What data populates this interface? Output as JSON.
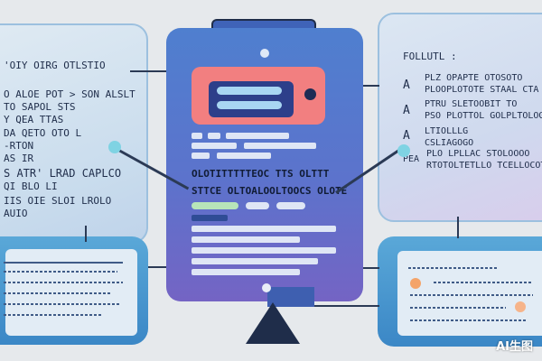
{
  "left_top_card": {
    "lines": [
      "'OIY OIRG OTLSTIO",
      "O ALOE POT > SON ALSLT",
      "TO SAPOL STS",
      "Y QEA TTAS",
      "DA QETO OTO L",
      "-RTON",
      "AS IR",
      "S ATR' LRAD CAPLCO",
      "QI BLO LI",
      "IIS OIE SLOI LROLO",
      "AUIO"
    ]
  },
  "right_top_card": {
    "title": "FOLLUTL :",
    "items": [
      {
        "glyph": "A",
        "lines": [
          "PLZ OPAPTE OTOSOTO",
          "PLOOPLOTOTE STAAL CTA"
        ]
      },
      {
        "glyph": "A",
        "lines": [
          "PTRU SLETOOBIT TO",
          "PSO PLOTTOL GOLPLTOLOGO"
        ]
      },
      {
        "glyph": "A",
        "lines": [
          "LTIOLLLG",
          "CSLIAGOGO"
        ]
      },
      {
        "glyph": "PEA",
        "lines": [
          "PLO LPLLAC STOLOOOO",
          "RTOTOLTETLLO TCELLOCOTOO"
        ]
      }
    ]
  },
  "tablet": {
    "headline_1": "OLOTITTTTTEOC TTS OLTTT",
    "headline_2": "STTCE OLTOALOOLTOOCS OLOTE"
  },
  "watermark": "AI生图",
  "colors": {
    "background": "#e6e9ec",
    "tablet_top": "#4f7fcf",
    "tablet_bottom": "#7464c4",
    "salmon": "#f27f80",
    "navy": "#2d3f8a",
    "accent_cyan": "#7fd3e3",
    "accent_orange": "#f4a46a",
    "ink": "#1f2d4a"
  }
}
